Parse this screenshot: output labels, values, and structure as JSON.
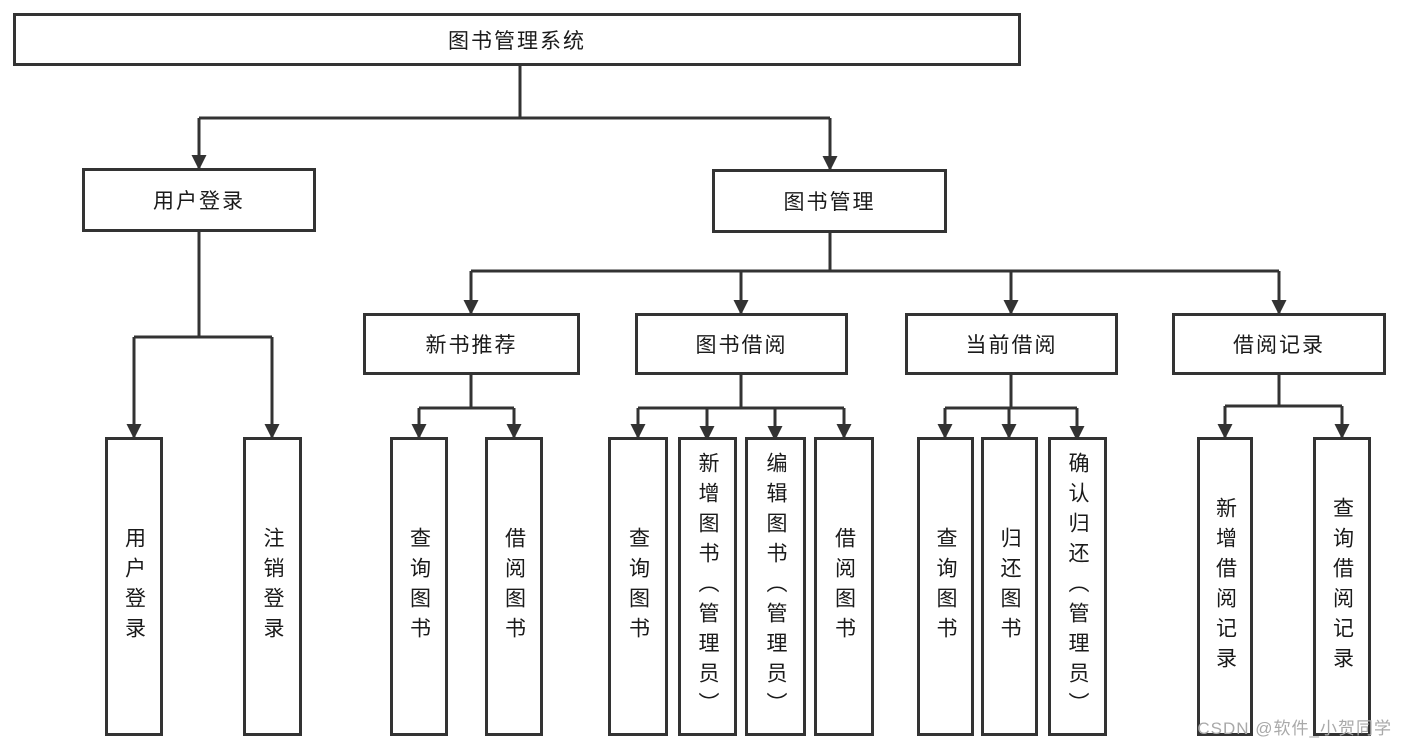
{
  "diagram": {
    "type": "hierarchy-tree",
    "title": "图书管理系统",
    "nodes": {
      "root": "图书管理系统",
      "user_login": "用户登录",
      "book_mgmt": "图书管理",
      "new_books": "新书推荐",
      "book_borrow": "图书借阅",
      "current_borrow": "当前借阅",
      "borrow_records": "借阅记录",
      "ul_login": "用户登录",
      "ul_logout": "注销登录",
      "nb_query": "查询图书",
      "nb_borrow": "借阅图书",
      "bb_query": "查询图书",
      "bb_add": "新增图书（管理员）",
      "bb_edit": "编辑图书（管理员）",
      "bb_borrow": "借阅图书",
      "cb_query": "查询图书",
      "cb_return": "归还图书",
      "cb_confirm": "确认归还（管理员）",
      "br_add": "新增借阅记录",
      "br_query": "查询借阅记录"
    },
    "structure": {
      "图书管理系统": {
        "用户登录": [
          "用户登录",
          "注销登录"
        ],
        "图书管理": {
          "新书推荐": [
            "查询图书",
            "借阅图书"
          ],
          "图书借阅": [
            "查询图书",
            "新增图书（管理员）",
            "编辑图书（管理员）",
            "借阅图书"
          ],
          "当前借阅": [
            "查询图书",
            "归还图书",
            "确认归还（管理员）"
          ],
          "借阅记录": [
            "新增借阅记录",
            "查询借阅记录"
          ]
        }
      }
    },
    "colors": {
      "background": "#ffffff",
      "box_fill": "#ffffff",
      "box_border": "#333333",
      "line": "#333333",
      "text": "#1a1a1a",
      "watermark": "#a9a9a9"
    }
  },
  "watermark": "CSDN @软件_小贺同学"
}
